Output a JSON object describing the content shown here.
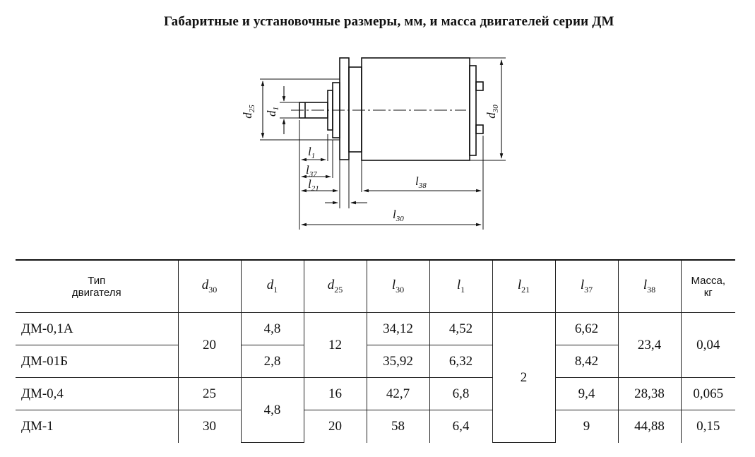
{
  "title": "Габаритные и установочные размеры, мм, и масса двигателей серии ДМ",
  "drawing": {
    "labels": {
      "d25": {
        "main": "d",
        "sub": "25"
      },
      "d1": {
        "main": "d",
        "sub": "1"
      },
      "d30": {
        "main": "d",
        "sub": "30"
      },
      "l1": {
        "main": "l",
        "sub": "1"
      },
      "l37": {
        "main": "l",
        "sub": "37"
      },
      "l21": {
        "main": "l",
        "sub": "21"
      },
      "l38": {
        "main": "l",
        "sub": "38"
      },
      "l30": {
        "main": "l",
        "sub": "30"
      }
    }
  },
  "table": {
    "headers": {
      "type_line1": "Тип",
      "type_line2": "двигателя",
      "d30": {
        "main": "d",
        "sub": "30"
      },
      "d1": {
        "main": "d",
        "sub": "1"
      },
      "d25": {
        "main": "d",
        "sub": "25"
      },
      "l30": {
        "main": "l",
        "sub": "30"
      },
      "l1": {
        "main": "l",
        "sub": "1"
      },
      "l21": {
        "main": "l",
        "sub": "21"
      },
      "l37": {
        "main": "l",
        "sub": "37"
      },
      "l38": {
        "main": "l",
        "sub": "38"
      },
      "mass_line1": "Масса,",
      "mass_line2": "кг"
    },
    "rows": [
      {
        "type": "ДМ-0,1А",
        "d30": "20",
        "d1": "4,8",
        "d25": "12",
        "l30": "34,12",
        "l1": "4,52",
        "l21": "2",
        "l37": "6,62",
        "l38": "23,4",
        "mass": "0,04"
      },
      {
        "type": "ДМ-01Б",
        "d30": "",
        "d1": "2,8",
        "d25": "",
        "l30": "35,92",
        "l1": "6,32",
        "l21": "",
        "l37": "8,42",
        "l38": "",
        "mass": ""
      },
      {
        "type": "ДМ-0,4",
        "d30": "25",
        "d1": "4,8",
        "d25": "16",
        "l30": "42,7",
        "l1": "6,8",
        "l21": "",
        "l37": "9,4",
        "l38": "28,38",
        "mass": "0,065"
      },
      {
        "type": "ДМ-1",
        "d30": "30",
        "d1": "",
        "d25": "20",
        "l30": "58",
        "l1": "6,4",
        "l21": "",
        "l37": "9",
        "l38": "44,88",
        "mass": "0,15"
      }
    ]
  }
}
